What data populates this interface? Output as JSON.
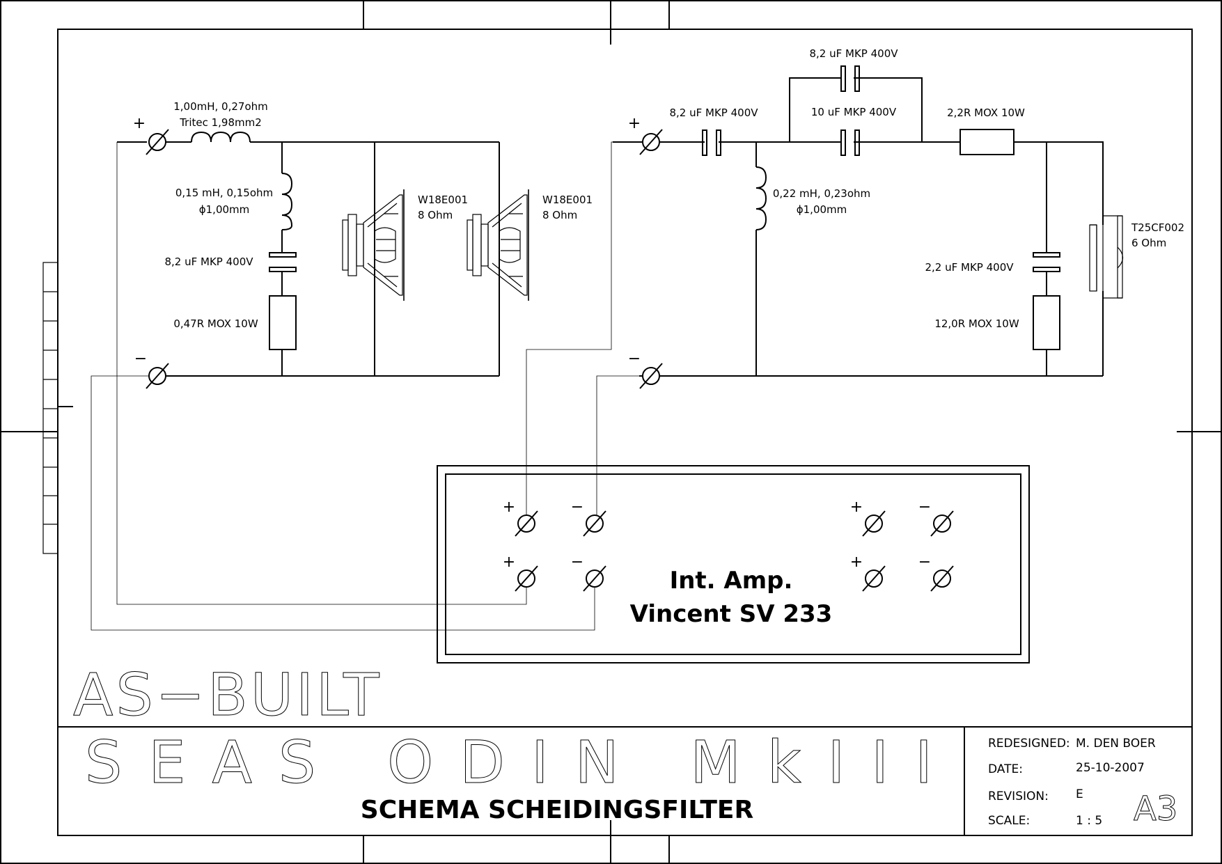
{
  "left_network": {
    "terminal_plus": "+",
    "terminal_minus": "−",
    "series_coil_line1": "1,00mH, 0,27ohm",
    "series_coil_line2": "Tritec 1,98mm2",
    "shunt_coil_line1": "0,15 mH, 0,15ohm",
    "shunt_coil_line2": "ϕ1,00mm",
    "shunt_cap": "8,2 uF MKP 400V",
    "shunt_resistor": "0,47R MOX 10W",
    "woofer1_model": "W18E001",
    "woofer1_impedance": "8 Ohm",
    "woofer2_model": "W18E001",
    "woofer2_impedance": "8 Ohm"
  },
  "right_network": {
    "terminal_plus": "+",
    "terminal_minus": "−",
    "series_cap1": "8,2 uF MKP 400V",
    "parallel_cap_top": "8,2 uF MKP 400V",
    "parallel_cap_bottom": "10 uF MKP 400V",
    "series_resistor": "2,2R MOX 10W",
    "shunt_coil_line1": "0,22 mH, 0,23ohm",
    "shunt_coil_line2": "ϕ1,00mm",
    "zobel_cap": "2,2 uF MKP 400V",
    "zobel_resistor": "12,0R MOX 10W",
    "tweeter_model": "T25CF002",
    "tweeter_impedance": "6 Ohm"
  },
  "amplifier": {
    "name_line1": "Int. Amp.",
    "name_line2": "Vincent SV 233",
    "plus": "+",
    "minus": "−"
  },
  "stamp": "AS−BUILT",
  "title_block": {
    "project": "SEAS   ODIN   MkIII",
    "drawing_title": "SCHEMA SCHEIDINGSFILTER",
    "redesigned_label": "REDESIGNED:",
    "redesigned_value": "M. DEN BOER",
    "date_label": "DATE:",
    "date_value": "25-10-2007",
    "revision_label": "REVISION:",
    "revision_value": "E",
    "scale_label": "SCALE:",
    "scale_value": "1 : 5",
    "sheet_size": "A3"
  }
}
